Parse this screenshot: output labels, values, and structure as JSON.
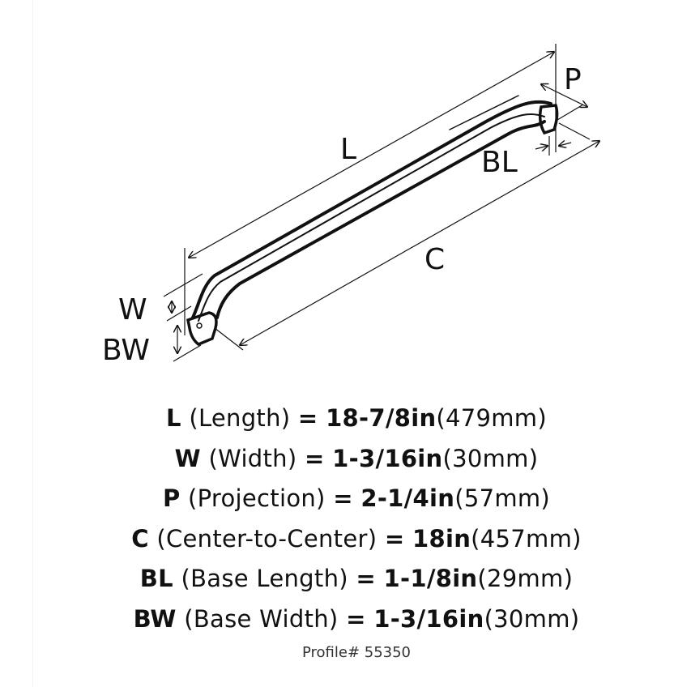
{
  "diagram": {
    "labels": {
      "L": "L",
      "P": "P",
      "BL": "BL",
      "C": "C",
      "W": "W",
      "BW": "BW"
    }
  },
  "specs": [
    {
      "key": "L",
      "name": "(Length)",
      "eq": "=",
      "value": "18-7/8in",
      "metric": "(479mm)"
    },
    {
      "key": "W",
      "name": "(Width)",
      "eq": "=",
      "value": "1-3/16in",
      "metric": "(30mm)"
    },
    {
      "key": "P",
      "name": "(Projection)",
      "eq": "=",
      "value": "2-1/4in",
      "metric": "(57mm)"
    },
    {
      "key": "C",
      "name": "(Center-to-Center)",
      "eq": "=",
      "value": "18in",
      "metric": "(457mm)"
    },
    {
      "key": "BL",
      "name": "(Base Length)",
      "eq": "=",
      "value": "1-1/8in",
      "metric": "(29mm)"
    },
    {
      "key": "BW",
      "name": "(Base Width)",
      "eq": "=",
      "value": "1-3/16in",
      "metric": "(30mm)"
    }
  ],
  "profile": "Profile# 55350"
}
